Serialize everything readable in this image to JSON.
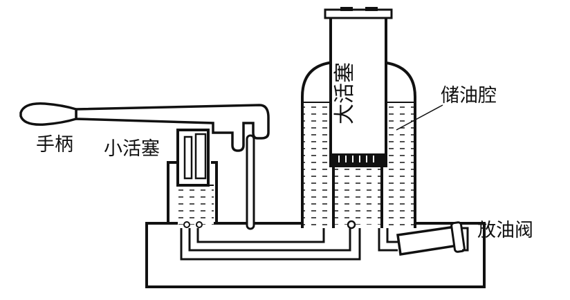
{
  "labels": {
    "handle": "手柄",
    "small_piston": "小活塞",
    "large_piston": "大活塞",
    "oil_reservoir": "储油腔",
    "release_valve": "放油阀"
  }
}
